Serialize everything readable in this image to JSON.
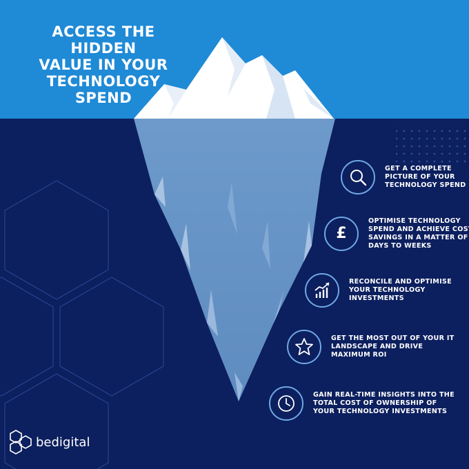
{
  "headline": {
    "lines": [
      "ACCESS THE HIDDEN",
      "VALUE IN YOUR",
      "TECHNOLOGY",
      "SPEND"
    ]
  },
  "colors": {
    "sky": "#1f8ad6",
    "sea": "#0c1f5e",
    "iceberg_top": "#ffffff",
    "iceberg_bottom": "#6a96c6",
    "icon_ring": "#6fa9e6"
  },
  "benefits": [
    {
      "icon": "magnifier-icon",
      "lines": [
        "GET A COMPLETE",
        "PICTURE OF YOUR",
        "TECHNOLOGY SPEND"
      ]
    },
    {
      "icon": "pound-icon",
      "symbol": "£",
      "lines": [
        "OPTIMISE TECHNOLOGY",
        "SPEND AND ACHIEVE COST",
        "SAVINGS IN A MATTER OF",
        "DAYS TO WEEKS"
      ]
    },
    {
      "icon": "growth-chart-icon",
      "lines": [
        "RECONCILE AND OPTIMISE",
        "YOUR TECHNOLOGY",
        "INVESTMENTS"
      ]
    },
    {
      "icon": "star-icon",
      "lines": [
        "GET THE MOST OUT OF YOUR IT",
        "LANDSCAPE AND DRIVE",
        "MAXIMUM ROI"
      ]
    },
    {
      "icon": "clock-icon",
      "lines": [
        "GAIN REAL-TIME INSIGHTS INTO THE",
        "TOTAL COST OF OWNERSHIP OF",
        "YOUR TECHNOLOGY INVESTMENTS"
      ]
    }
  ],
  "logo": {
    "text": "bedigital"
  }
}
